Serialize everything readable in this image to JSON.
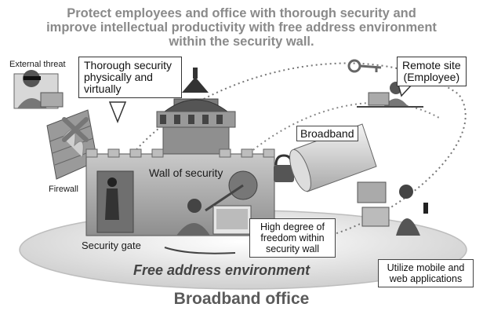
{
  "headline": {
    "line1": "Protect employees and office with thorough security and",
    "line2": "improve intellectual productivity with free address environment",
    "line3": "within the security wall."
  },
  "labels": {
    "external_threat": "External threat",
    "firewall": "Firewall",
    "thorough_security": [
      "Thorough security",
      "physically and",
      "virtually"
    ],
    "remote_site": [
      "Remote site",
      "(Employee)"
    ],
    "broadband": "Broadband",
    "wall_of_security": "Wall of security",
    "security_gate": "Security gate",
    "high_degree": [
      "High degree of",
      "freedom within",
      "security wall"
    ],
    "free_address": "Free address environment",
    "mobile": [
      "Utilize mobile and",
      "web applications"
    ],
    "broadband_office": "Broadband office"
  }
}
